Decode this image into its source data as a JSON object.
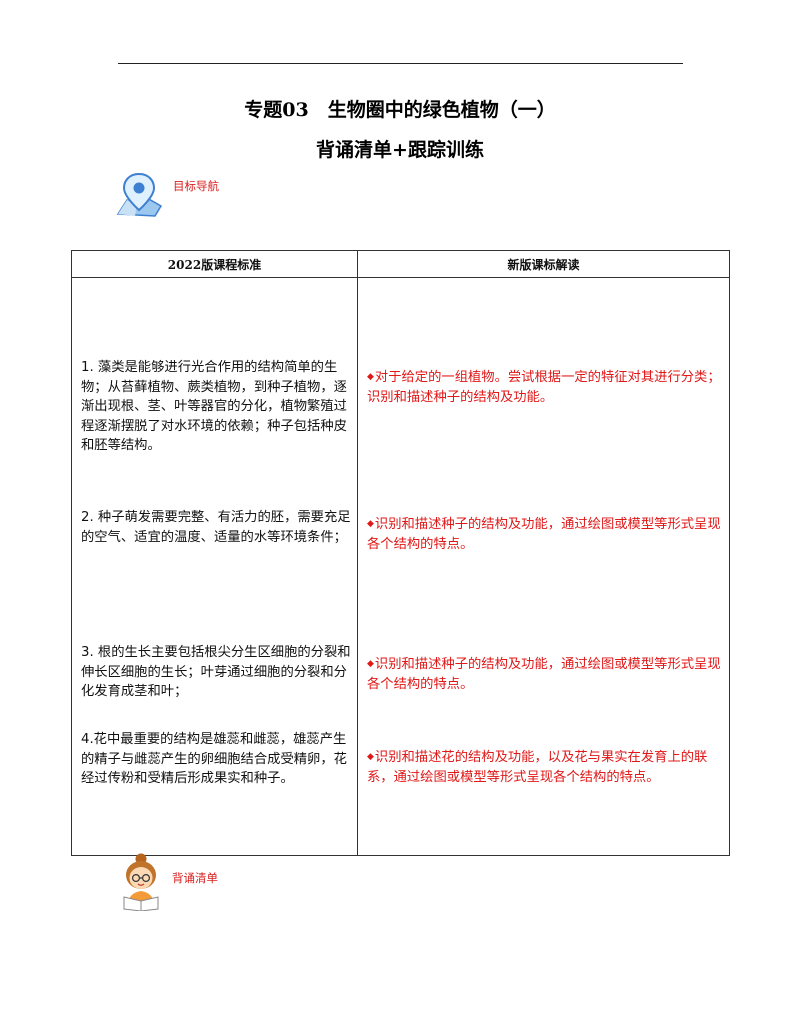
{
  "header": {
    "title_line1": "专题03　生物圈中的绿色植物（一）",
    "title_line2": "背诵清单+跟踪训练"
  },
  "nav_badge": {
    "label": "目标导航",
    "icon": "map-location-pin-icon"
  },
  "table": {
    "headers": [
      "2022版课程标准",
      "新版课标解读"
    ],
    "standards": [
      "1. 藻类是能够进行光合作用的结构简单的生物；从苔藓植物、蕨类植物，到种子植物，逐渐出现根、茎、叶等器官的分化，植物繁殖过程逐渐摆脱了对水环境的依赖；种子包括种皮和胚等结构。",
      "2. 种子萌发需要完整、有活力的胚，需要充足的空气、适宜的温度、适量的水等环境条件；",
      "3. 根的生长主要包括根尖分生区细胞的分裂和伸长区细胞的生长；叶芽通过细胞的分裂和分化发育成茎和叶；",
      "4.花中最重要的结构是雄蕊和雌蕊，雄蕊产生的精子与雌蕊产生的卵细胞结合成受精卵，花经过传粉和受精后形成果实和种子。"
    ],
    "interpretations": [
      "对于给定的一组植物。尝试根据一定的特征对其进行分类；识别和描述种子的结构及功能。",
      "识别和描述种子的结构及功能，通过绘图或模型等形式呈现各个结构的特点。",
      "识别和描述种子的结构及功能，通过绘图或模型等形式呈现各个结构的特点。",
      "识别和描述花的结构及功能，以及花与果实在发育上的联系，通过绘图或模型等形式呈现各个结构的特点。"
    ],
    "bullet": "◆"
  },
  "recite_badge": {
    "label": "背诵清单",
    "icon": "reading-girl-icon"
  },
  "colors": {
    "accent_red": "#e01818",
    "icon_blue": "#3d7fd0"
  }
}
